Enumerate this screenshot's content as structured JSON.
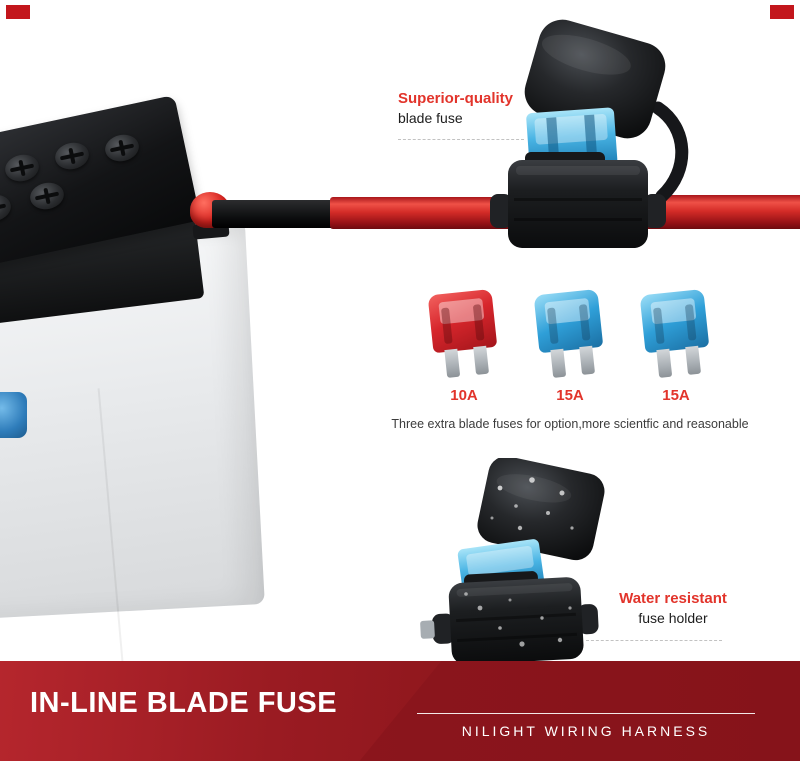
{
  "frame": {
    "corner_color": "#c3161c"
  },
  "callout_fuse": {
    "title": "Superior-quality",
    "subtitle": "blade fuse"
  },
  "extra_fuses": {
    "items": [
      {
        "label": "10A",
        "color": "#d7262c"
      },
      {
        "label": "15A",
        "color": "#2f9fd8"
      },
      {
        "label": "15A",
        "color": "#2f9fd8"
      }
    ],
    "caption": "Three extra blade fuses for option,more scientfic and reasonable"
  },
  "callout_holder": {
    "title": "Water resistant",
    "subtitle": "fuse holder"
  },
  "banner": {
    "title": "IN-LINE BLADE FUSE",
    "subtitle": "NILIGHT WIRING HARNESS",
    "left_color": "#a92028",
    "right_color": "#8a151b"
  },
  "accent_color": "#e2342b"
}
